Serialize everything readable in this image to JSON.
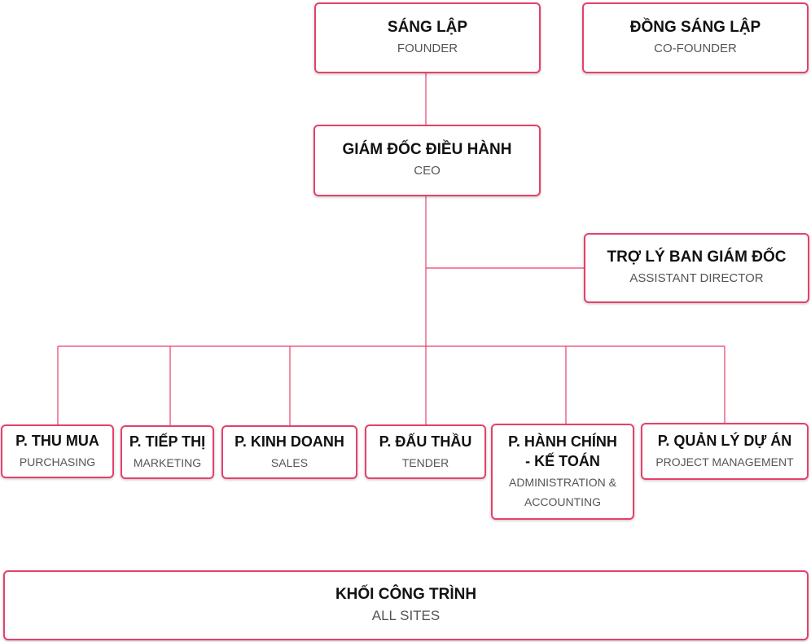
{
  "colors": {
    "accent": "#e5416b",
    "title": "#111111",
    "subtitle": "#555555"
  },
  "founder": {
    "title": "SÁNG LẬP",
    "subtitle": "FOUNDER"
  },
  "cofounder": {
    "title": "ĐỒNG SÁNG LẬP",
    "subtitle": "CO-FOUNDER"
  },
  "ceo": {
    "title": "GIÁM ĐỐC ĐIỀU HÀNH",
    "subtitle": "CEO"
  },
  "assistant": {
    "title": "TRỢ LÝ BAN GIÁM ĐỐC",
    "subtitle": "ASSISTANT DIRECTOR"
  },
  "departments": [
    {
      "title": "P. THU MUA",
      "subtitle": "PURCHASING"
    },
    {
      "title": "P. TIẾP THỊ",
      "subtitle": "MARKETING"
    },
    {
      "title": "P. KINH DOANH",
      "subtitle": "SALES"
    },
    {
      "title": "P. ĐẤU THẦU",
      "subtitle": "TENDER"
    },
    {
      "title_line1": "P. HÀNH CHÍNH",
      "title_line2": "- KẾ TOÁN",
      "subtitle_line1": "ADMINISTRATION &",
      "subtitle_line2": "ACCOUNTING"
    },
    {
      "title": "P. QUẢN LÝ DỰ ÁN",
      "subtitle": "PROJECT MANAGEMENT"
    }
  ],
  "sites": {
    "title": "KHỐI CÔNG TRÌNH",
    "subtitle": "ALL SITES"
  }
}
